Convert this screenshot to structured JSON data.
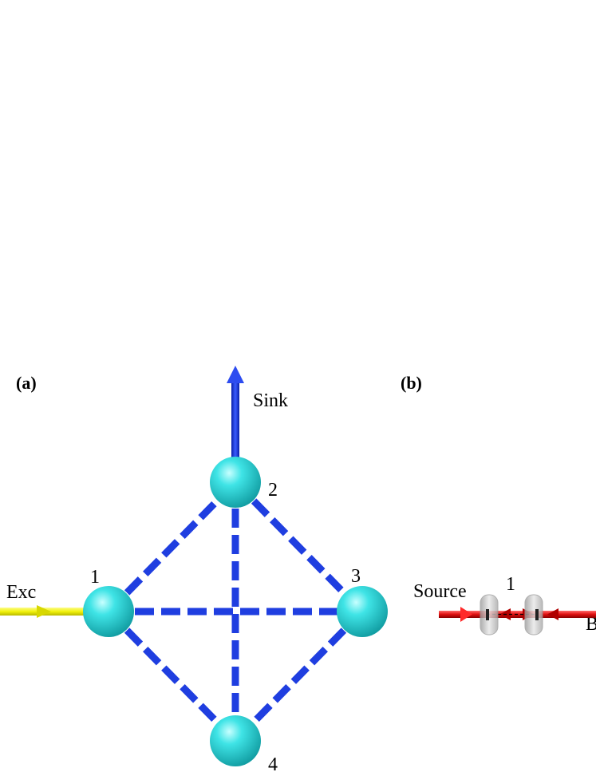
{
  "panels": {
    "a": {
      "label": "(a)",
      "nodes": [
        {
          "id": "1",
          "label": "1"
        },
        {
          "id": "2",
          "label": "2"
        },
        {
          "id": "3",
          "label": "3"
        },
        {
          "id": "4",
          "label": "4"
        }
      ],
      "edges": [
        [
          "1",
          "2"
        ],
        [
          "1",
          "3"
        ],
        [
          "1",
          "4"
        ],
        [
          "2",
          "3"
        ],
        [
          "2",
          "4"
        ],
        [
          "3",
          "4"
        ]
      ],
      "input_label": "Exc",
      "output_label": "Sink",
      "colors": {
        "node": "#29d6d8",
        "edge": "#1f3ee0",
        "input_arrow": "#f2f20a",
        "output_arrow": "#1f3ee0"
      }
    },
    "b": {
      "label": "(b)",
      "source_label": "Source",
      "node_label": "1",
      "partial_label": "B",
      "colors": {
        "beam": "#e01010",
        "mirror": "#c8c8c8"
      }
    }
  }
}
